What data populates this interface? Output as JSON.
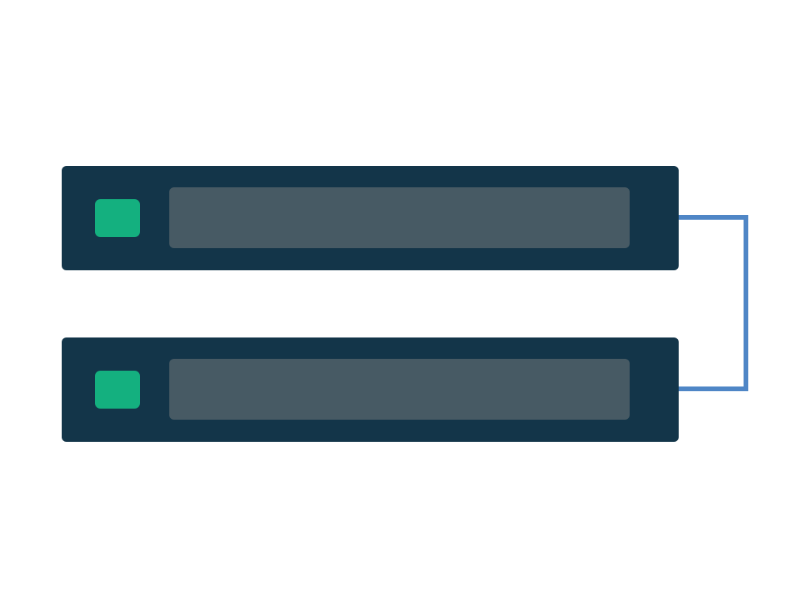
{
  "colors": {
    "background": "#ffffff",
    "unit_body": "#133549",
    "status_led": "#14b07f",
    "drive_bay": "#475a64",
    "cable": "#4f86c6"
  },
  "server_stack": {
    "units": [
      {
        "name": "server-unit-1",
        "status_icon": "status-led-icon",
        "status": "green"
      },
      {
        "name": "server-unit-2",
        "status_icon": "status-led-icon",
        "status": "green"
      }
    ],
    "connection": {
      "icon": "network-cable-icon",
      "from": "server-unit-1",
      "to": "server-unit-2"
    }
  }
}
